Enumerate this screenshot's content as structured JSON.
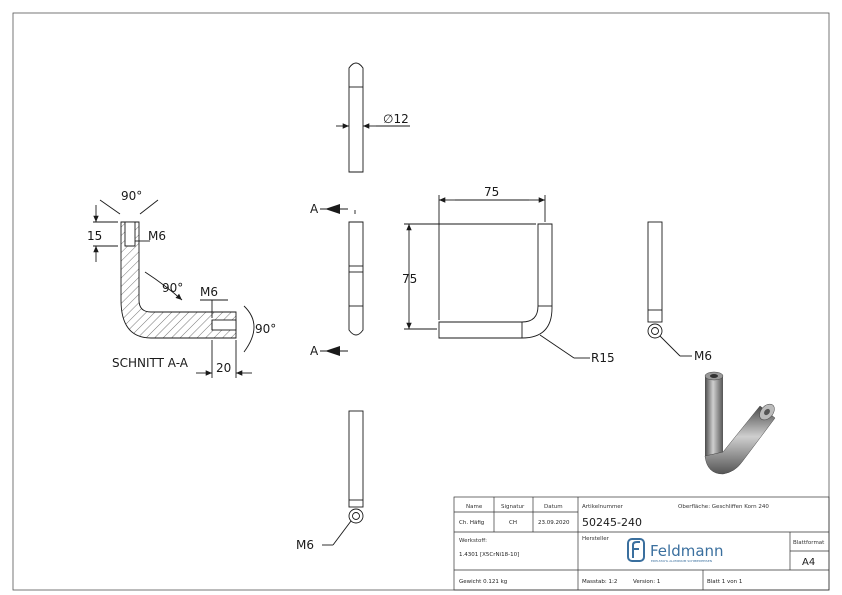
{
  "drawing": {
    "section_label": "SCHNITT A-A",
    "section_marker": "A",
    "dimensions": {
      "top_angle": "90°",
      "thread_depth": "15",
      "thread_top": "M6",
      "bend_angle": "90°",
      "thread_side": "M6",
      "side_angle": "90°",
      "side_depth": "20",
      "diameter": "∅12",
      "width": "75",
      "height": "75",
      "radius": "R15",
      "thread_right": "M6",
      "thread_bottom": "M6"
    }
  },
  "title_block": {
    "name_header": "Name",
    "signature_header": "Signatur",
    "date_header": "Datum",
    "article_header": "Artikelnummer",
    "surface": "Oberfläche:  Geschliffen Korn 240",
    "name_value": "Ch. Häfig",
    "signature_value": "CH",
    "date_value": "23.09.2020",
    "article_number": "50245-240",
    "material_label": "Werkstoff:",
    "material_value": "1.4301 [X5CrNi18-10]",
    "manufacturer_label": "Hersteller",
    "brand": "Feldmann",
    "brand_tagline": "EDELSTAHL ALUMINIUM SCHMIEDEEISEN",
    "format_label": "Blattformat",
    "format_value": "A4",
    "weight": "Gewicht 0.121 kg",
    "scale": "Masstab: 1:2",
    "version": "Version: 1",
    "sheet": "Blatt 1 von 1"
  },
  "colors": {
    "line": "#1a1a1a",
    "brand": "#3a6f9e",
    "hatch": "#555555",
    "rod": "#6e6e6e"
  }
}
